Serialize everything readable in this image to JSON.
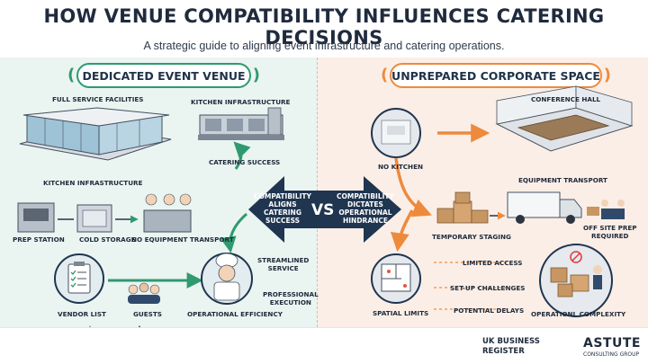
{
  "header": {
    "title": "HOW VENUE COMPATIBILITY INFLUENCES CATERING DECISIONS",
    "subtitle": "A strategic guide to aligning event infrastructure and catering operations."
  },
  "left": {
    "heading": "DEDICATED EVENT VENUE",
    "labels": {
      "full_service": "FULL SERVICE FACILITIES",
      "kitchen_top": "KITCHEN INFRASTRUCTURE",
      "catering_success": "CATERING SUCCESS",
      "kitchen_mid": "KITCHEN INFRASTRUCTURE",
      "prep_station": "PREP STATION",
      "cold_storage": "COLD STORAGE",
      "no_equipment": "NO EQUIPMENT TRANSPORT",
      "streamlined": "STREAMLINED\nSERVICE",
      "professional": "PROFESSIONAL\nEXECUTION",
      "vendor_list": "VENDOR LIST",
      "guests": "GUESTS",
      "operational_efficiency": "OPERATIONAL EFFICIENCY"
    }
  },
  "center": {
    "left_text": "COMPATIBILITY\nALIGNS\nCATERING\nSUCCESS",
    "vs": "VS",
    "right_text": "COMPATIBILITY\nDICTATES\nOPERATIONAL\nHINDRANCE"
  },
  "right": {
    "heading": "UNPREPARED CORPORATE SPACE",
    "labels": {
      "conference_hall": "CONFERENCE HALL",
      "no_kitchen": "NO KITCHEN",
      "equipment_transport": "EQUIPMENT TRANSPORT",
      "temporary_staging": "TEMPORARY STAGING",
      "offsite_prep": "OFF SITE PREP\nREQUIRED",
      "limited_access": "LIMITED ACCESS",
      "setup_challenges": "SET-UP CHALLENGES",
      "potential_delays": "POTENTIAL DELAYS",
      "spatial_limits": "SPATIAL LIMITS",
      "operational_complexity": "OPERATIONL COMPLEXITY"
    }
  },
  "footer": {
    "register_line1": "UK BUSINESS",
    "register_line2": "REGISTER",
    "brand_name": "ASTUTE",
    "brand_tagline": "CONSULTING GROUP"
  },
  "colors": {
    "green": "#2f9a6f",
    "orange": "#ee8a3c",
    "navy": "#1f3550"
  }
}
